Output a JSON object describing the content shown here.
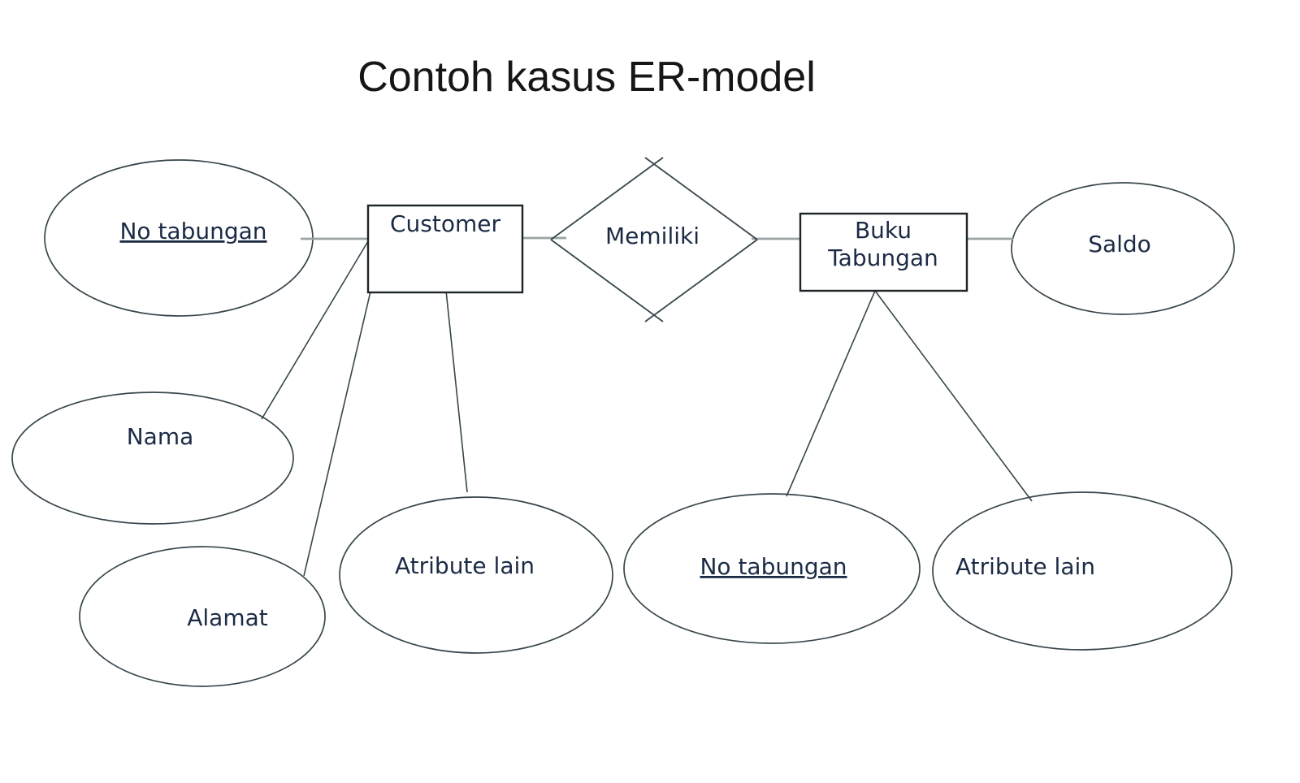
{
  "title": {
    "text": "Contoh kasus ER-model"
  },
  "theme": {
    "background": "#ffffff",
    "title_color": "#161616",
    "label_color": "#1c2b45",
    "shape_stroke": "#37464c",
    "rect_stroke": "#1d2428",
    "connector_color": "#9aa3a4"
  },
  "entities": [
    {
      "id": "customer",
      "label": "Customer",
      "lines": [
        "Customer"
      ]
    },
    {
      "id": "buku-tabungan",
      "label": "Buku Tabungan",
      "lines": [
        "Buku",
        "Tabungan"
      ]
    }
  ],
  "relationship": {
    "label": "Memiliki"
  },
  "attributes": [
    {
      "id": "no-tabungan-customer",
      "label": "No tabungan",
      "key": true,
      "owner": "customer"
    },
    {
      "id": "nama",
      "label": "Nama",
      "key": false,
      "owner": "customer"
    },
    {
      "id": "alamat",
      "label": "Alamat",
      "key": false,
      "owner": "customer"
    },
    {
      "id": "atribute-lain-customer",
      "label": "Atribute lain",
      "key": false,
      "owner": "customer"
    },
    {
      "id": "saldo",
      "label": "Saldo",
      "key": false,
      "owner": "buku-tabungan"
    },
    {
      "id": "no-tabungan-buku",
      "label": "No tabungan",
      "key": true,
      "owner": "buku-tabungan"
    },
    {
      "id": "atribute-lain-buku",
      "label": "Atribute lain",
      "key": false,
      "owner": "buku-tabungan"
    }
  ]
}
